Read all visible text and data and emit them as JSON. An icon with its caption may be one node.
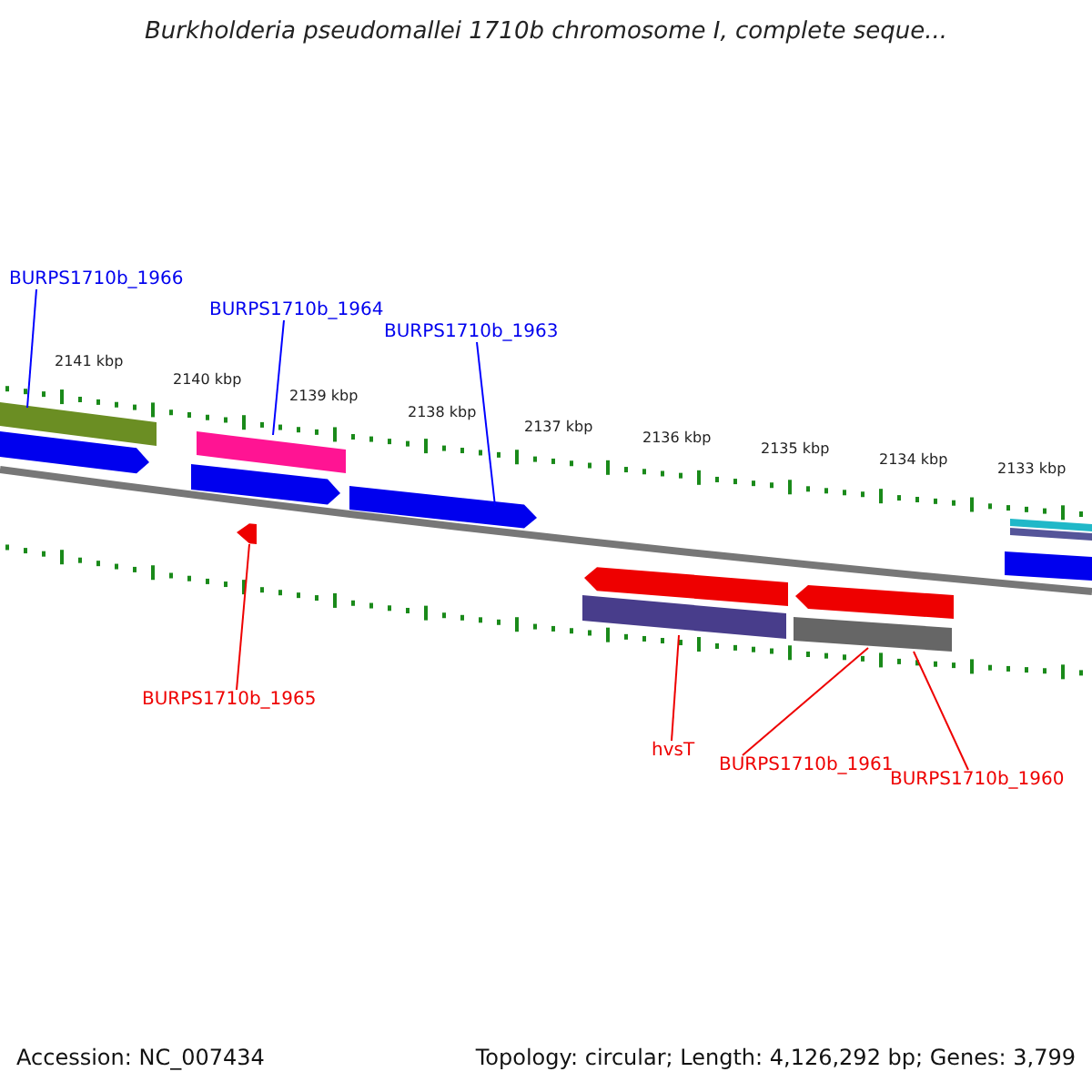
{
  "diagram": {
    "title": "Burkholderia pseudomallei 1710b chromosome I, complete seque...",
    "nodes": [
      {
        "text": [
          "BURPS1710b_1966"
        ]
      },
      {
        "text": [
          "BURPS1710b_1964"
        ]
      },
      {
        "text": [
          "BURPS1710b_1963"
        ]
      },
      {
        "text": [
          "BURPS1710b_1965"
        ]
      },
      {
        "text": [
          "hvsT"
        ]
      },
      {
        "text": [
          "BURPS1710b_1961"
        ]
      },
      {
        "text": [
          "BURPS1710b_1960"
        ]
      },
      {
        "text": [],
        "shape": "bar"
      },
      {
        "text": [],
        "shape": "bar"
      },
      {
        "text": [],
        "shape": "arrow"
      },
      {
        "text": [],
        "shape": "arrow"
      },
      {
        "text": [],
        "shape": "bar"
      },
      {
        "text": [],
        "shape": "bar"
      }
    ],
    "edges": [
      {
        "from": 0,
        "to": 7,
        "arrow": "none",
        "color": "#0000ff"
      },
      {
        "from": 1,
        "to": 8,
        "arrow": "none",
        "color": "#0000ff"
      },
      {
        "from": 2,
        "to": 9,
        "arrow": "none",
        "color": "#0000ff"
      },
      {
        "from": 3,
        "to": 10,
        "arrow": "none"
      },
      {
        "from": 4,
        "to": 11,
        "arrow": "none"
      },
      {
        "from": 5,
        "to": 12,
        "arrow": "none"
      },
      {
        "from": 6,
        "to": 12,
        "arrow": "none"
      }
    ],
    "labels": [
      "2141 kbp",
      "2140 kbp",
      "2139 kbp",
      "2138 kbp",
      "2137 kbp",
      "2136 kbp",
      "2135 kbp",
      "2134 kbp",
      "2133 kbp",
      "Accession: NC_007434",
      "Topology: circular; Length: 4,126,292 bp; Genes: 3,799"
    ]
  }
}
